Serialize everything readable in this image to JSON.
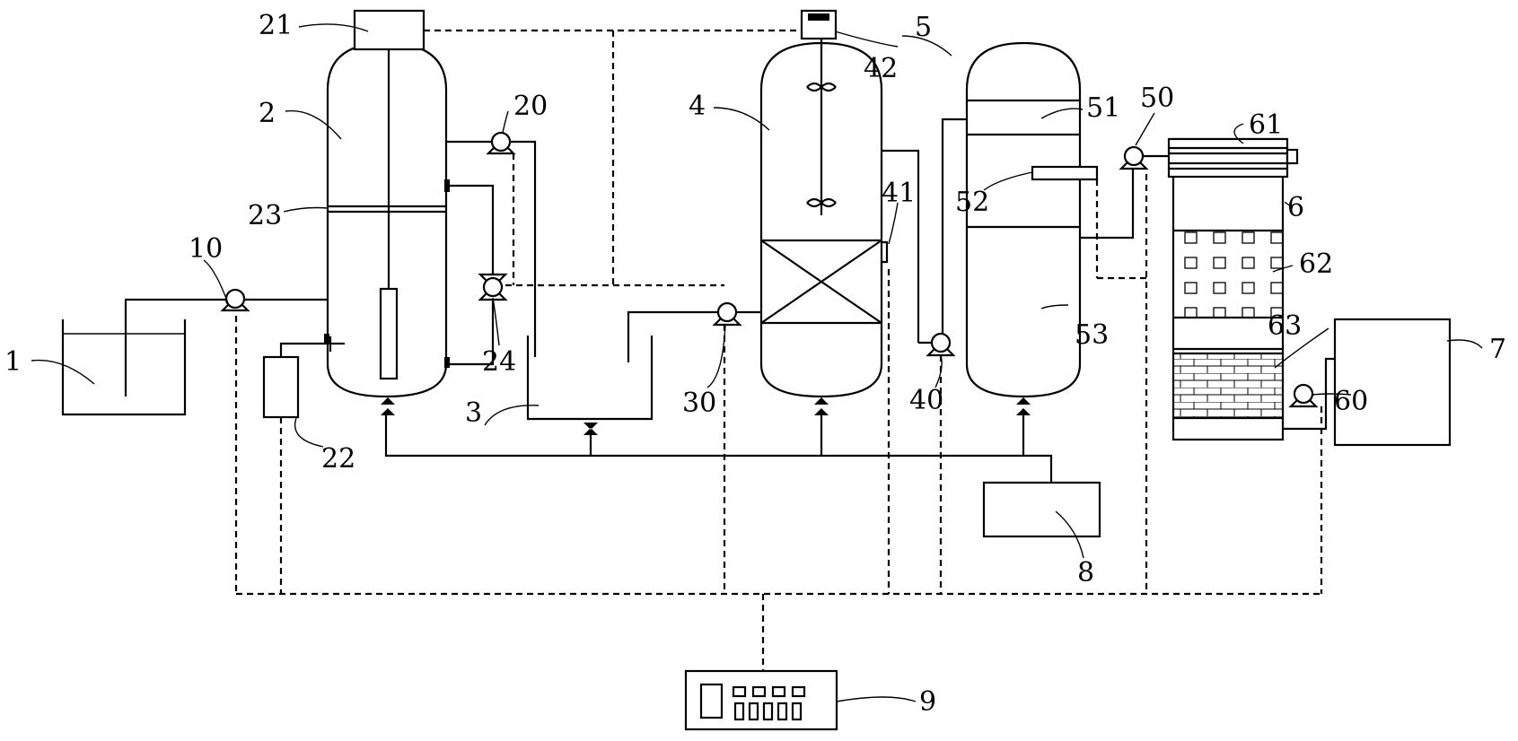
{
  "labels": {
    "feed_tank": "1",
    "reactor_2": "2",
    "tank_3": "3",
    "reactor_4": "4",
    "tower_5": "5",
    "filter_6": "6",
    "outlet_tank_7": "7",
    "sludge_tank_8": "8",
    "controller_9": "9",
    "pump_10": "10",
    "pump_20": "20",
    "top_unit_21": "21",
    "dosing_22": "22",
    "plate_23": "23",
    "valve_24": "24",
    "pump_30": "30",
    "pump_40": "40",
    "sensor_41": "41",
    "motor_42": "42",
    "pump_50": "50",
    "section_51": "51",
    "pipe_52": "52",
    "section_53": "53",
    "pump_60": "60",
    "unit_61": "61",
    "media_62": "62",
    "media_63": "63"
  }
}
